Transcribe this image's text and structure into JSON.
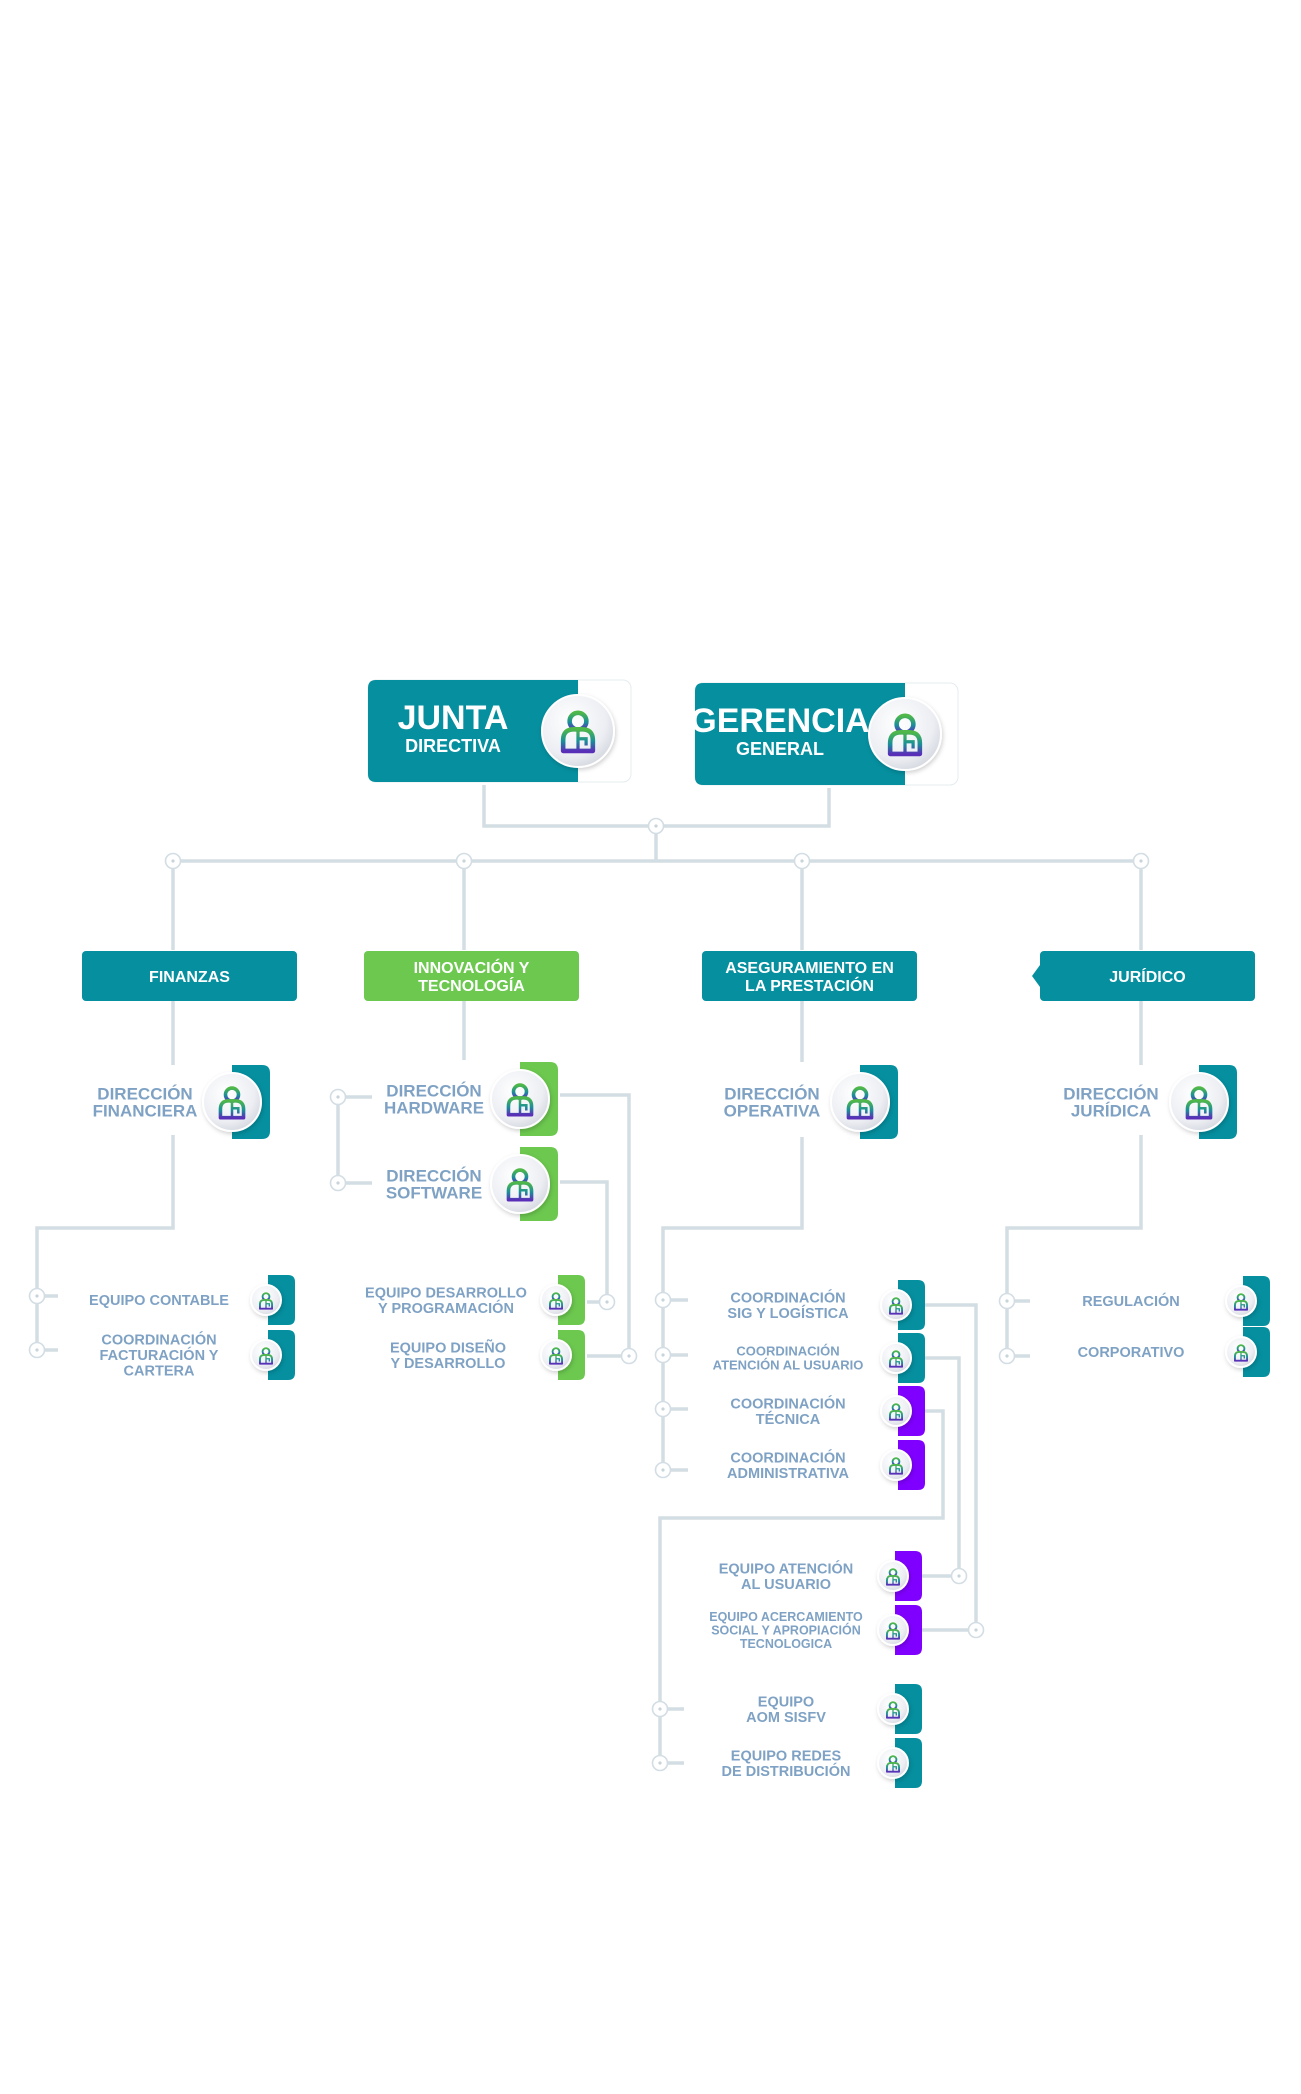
{
  "colors": {
    "teal": "#058f9f",
    "green": "#6cc84f",
    "purple": "#8000ff",
    "connector": "#d3dde4",
    "label_text": "#7fa2c4",
    "icon_gradient_top": "#4fb848",
    "icon_gradient_mid": "#1a8f9a",
    "icon_gradient_bottom": "#5a2fb8"
  },
  "top": {
    "junta": {
      "title": "JUNTA",
      "subtitle": "DIRECTIVA",
      "icon": "person-badge-icon"
    },
    "gerencia": {
      "title": "GERENCIA",
      "subtitle": "GENERAL",
      "icon": "person-badge-icon"
    }
  },
  "areas": [
    {
      "key": "finanzas",
      "label": [
        "FINANZAS"
      ],
      "color": "teal",
      "direction": {
        "label": [
          "DIRECCIÓN",
          "FINANCIERA"
        ]
      },
      "teams": [
        {
          "label": [
            "EQUIPO CONTABLE"
          ],
          "color": "teal"
        },
        {
          "label": [
            "COORDINACIÓN",
            "FACTURACIÓN Y",
            "CARTERA"
          ],
          "color": "teal"
        }
      ]
    },
    {
      "key": "innovacion",
      "label": [
        "INNOVACIÓN Y",
        "TECNOLOGÍA"
      ],
      "color": "green",
      "directions": [
        {
          "label": [
            "DIRECCIÓN",
            "HARDWARE"
          ]
        },
        {
          "label": [
            "DIRECCIÓN",
            "SOFTWARE"
          ]
        }
      ],
      "teams": [
        {
          "label": [
            "EQUIPO DESARROLLO",
            "Y PROGRAMACIÓN"
          ],
          "color": "green"
        },
        {
          "label": [
            "EQUIPO DISEÑO",
            "Y DESARROLLO"
          ],
          "color": "green"
        }
      ]
    },
    {
      "key": "aseguramiento",
      "label": [
        "ASEGURAMIENTO EN",
        "LA PRESTACIÓN"
      ],
      "color": "teal",
      "direction": {
        "label": [
          "DIRECCIÓN",
          "OPERATIVA"
        ]
      },
      "coordinations": [
        {
          "label": [
            "COORDINACIÓN",
            "SIG Y LOGÍSTICA"
          ],
          "color": "teal"
        },
        {
          "label": [
            "COORDINACIÓN",
            "ATENCIÓN AL USUARIO"
          ],
          "color": "teal"
        },
        {
          "label": [
            "COORDINACIÓN",
            "TÉCNICA"
          ],
          "color": "purple"
        },
        {
          "label": [
            "COORDINACIÓN",
            "ADMINISTRATIVA"
          ],
          "color": "purple"
        }
      ],
      "teams": [
        {
          "label": [
            "EQUIPO ATENCIÓN",
            "AL USUARIO"
          ],
          "color": "purple"
        },
        {
          "label": [
            "EQUIPO ACERCAMIENTO",
            "SOCIAL Y APROPIACIÓN",
            "TECNOLOGICA"
          ],
          "color": "purple"
        },
        {
          "label": [
            "EQUIPO",
            "AOM SISFV"
          ],
          "color": "teal"
        },
        {
          "label": [
            "EQUIPO REDES",
            "DE DISTRIBUCIÓN"
          ],
          "color": "teal"
        }
      ]
    },
    {
      "key": "juridico",
      "label": [
        "JURÍDICO"
      ],
      "color": "teal",
      "direction": {
        "label": [
          "DIRECCIÓN",
          "JURÍDICA"
        ]
      },
      "teams": [
        {
          "label": [
            "REGULACIÓN"
          ],
          "color": "teal"
        },
        {
          "label": [
            "CORPORATIVO"
          ],
          "color": "teal"
        }
      ]
    }
  ]
}
